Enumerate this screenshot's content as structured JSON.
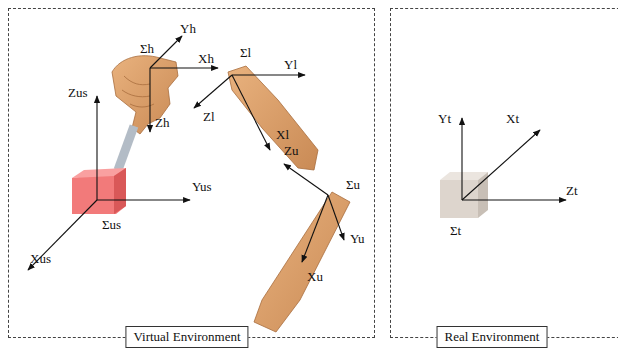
{
  "diagram": {
    "nodes": [
      {
        "text": [
          "Virtual Environment"
        ]
      },
      {
        "text": [
          "Real Environment"
        ]
      }
    ],
    "labels": [
      "Σh",
      "Yh",
      "Xh",
      "Zh",
      "Σl",
      "Yl",
      "Xl",
      "Zl",
      "Zus",
      "Yus",
      "Xus",
      "Σus",
      "Zu",
      "Σu",
      "Xu",
      "Yu",
      "Yt",
      "Xt",
      "Zt",
      "Σt"
    ]
  }
}
